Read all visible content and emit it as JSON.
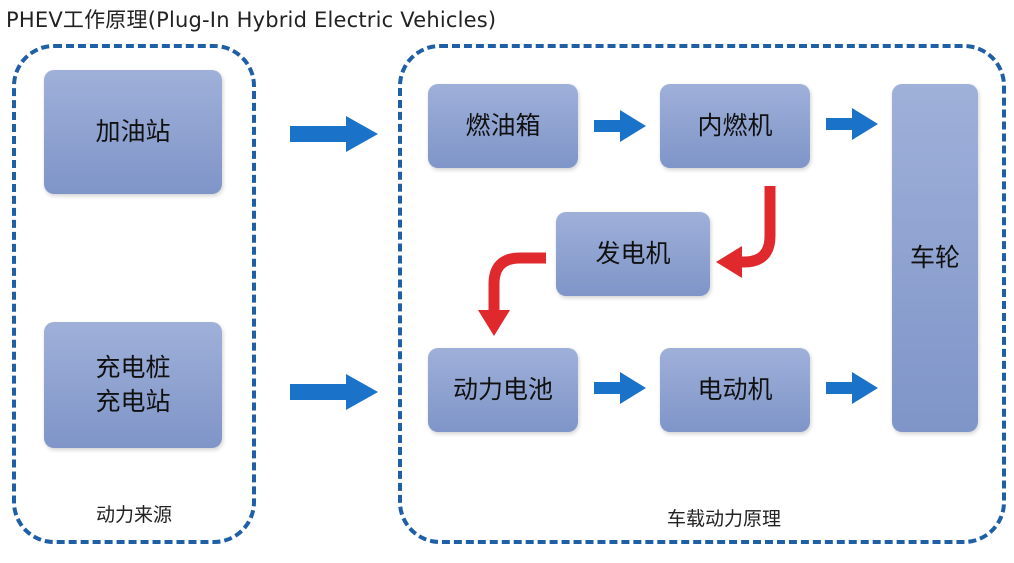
{
  "title": "PHEV工作原理(Plug-In Hybrid Electric Vehicles)",
  "groups": {
    "power_source": {
      "label": "动力来源"
    },
    "vehicle": {
      "label": "车载动力原理"
    }
  },
  "nodes": {
    "gas_station": "加油站",
    "charger_line1": "充电桩",
    "charger_line2": "充电站",
    "fuel_tank": "燃油箱",
    "engine": "内燃机",
    "generator": "发电机",
    "battery": "动力电池",
    "motor": "电动机",
    "wheels": "车轮"
  },
  "colors": {
    "dashed_border": "#1f5fa6",
    "flow_arrow": "#1a73c8",
    "generation_arrow": "#e0292c",
    "box_fill": "#8fa3d1"
  }
}
